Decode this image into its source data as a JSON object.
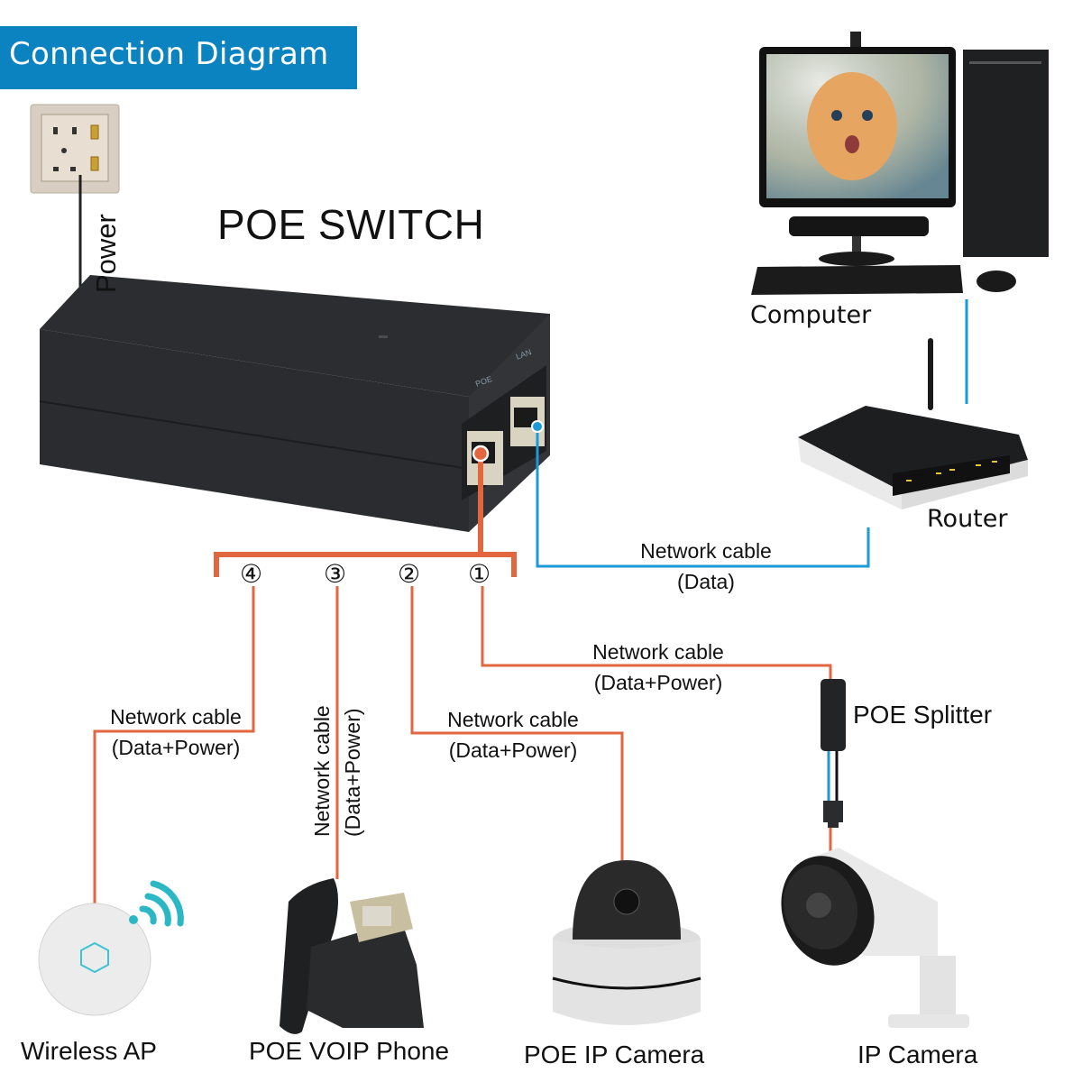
{
  "header": {
    "title": "Connection Diagram"
  },
  "switch": {
    "title": "POE SWITCH",
    "port_poe": "POE",
    "port_lan": "LAN"
  },
  "power": {
    "label": "Power"
  },
  "devices": {
    "computer": "Computer",
    "router": "Router",
    "poe_splitter": "POE Splitter",
    "wireless_ap": "Wireless AP",
    "voip_phone": "POE VOIP Phone",
    "poe_ip_camera": "POE IP Camera",
    "ip_camera": "IP Camera"
  },
  "ports": [
    "①",
    "②",
    "③",
    "④"
  ],
  "cables": {
    "data": {
      "line1": "Network cable",
      "line2": "(Data)"
    },
    "port1": {
      "line1": "Network cable",
      "line2": "(Data+Power)"
    },
    "port2": {
      "line1": "Network cable",
      "line2": "(Data+Power)"
    },
    "port3": {
      "line1": "Network cable",
      "line2": "(Data+Power)"
    },
    "port4": {
      "line1": "Network cable",
      "line2": "(Data+Power)"
    }
  },
  "colors": {
    "title_bg": "#0a83c0",
    "poe_cable": "#e2663e",
    "data_cable": "#1a9ad6",
    "power_cable": "#222222",
    "device_dark": "#2a2c2f",
    "wifi": "#2bb8c4"
  }
}
